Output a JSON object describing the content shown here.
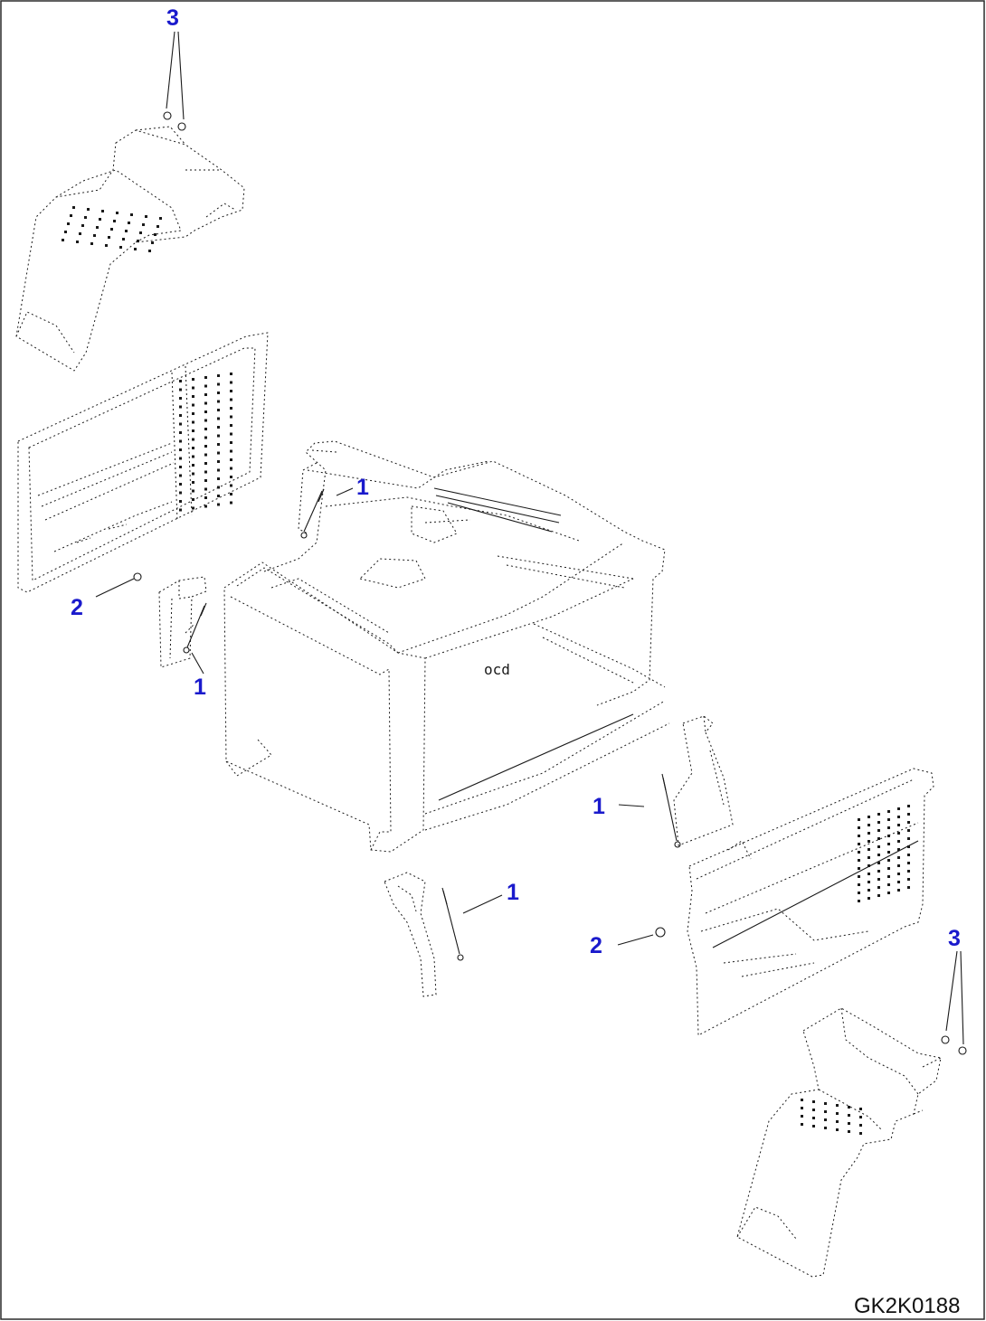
{
  "diagram": {
    "callouts": [
      {
        "id": "c3-top",
        "text": "3"
      },
      {
        "id": "c1-upper",
        "text": "1"
      },
      {
        "id": "c2-left",
        "text": "2"
      },
      {
        "id": "c1-left",
        "text": "1"
      },
      {
        "id": "c1-mid",
        "text": "1"
      },
      {
        "id": "c1-lower",
        "text": "1"
      },
      {
        "id": "c2-right",
        "text": "2"
      },
      {
        "id": "c3-right",
        "text": "3"
      }
    ],
    "body_label": "ocd",
    "drawing_code": "GK2K0188",
    "callout_color": "#1a1acc",
    "line_color": "#1a1a1a"
  }
}
